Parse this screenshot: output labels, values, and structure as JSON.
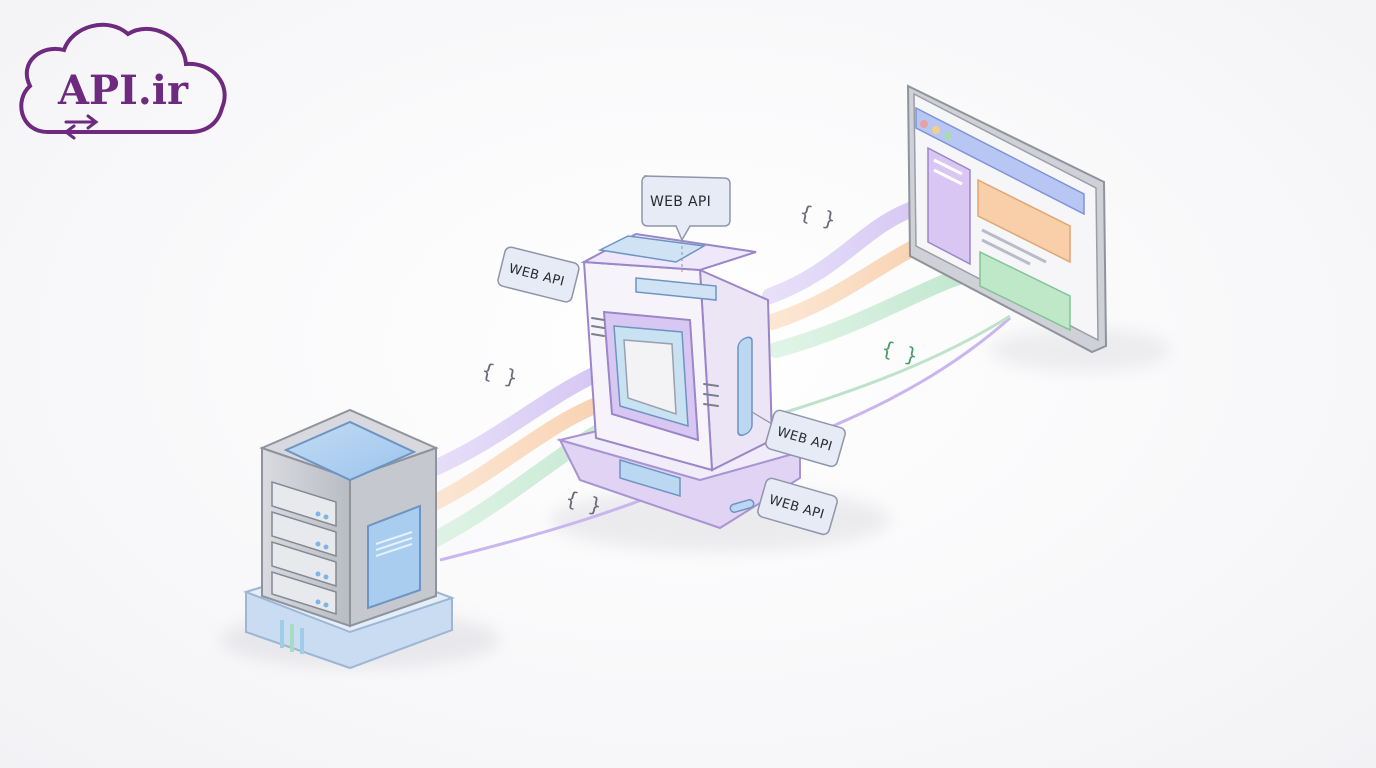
{
  "logo": {
    "text": "API.ir",
    "arrows_icon": "exchange-arrows-icon",
    "color": "#6e2a7e"
  },
  "labels": {
    "top": "WEB API",
    "left": "WEB API",
    "right": "WEB API",
    "bottom": "WEB API"
  },
  "braces": {
    "upper_left": "{ }",
    "upper_right": "{ }",
    "lower_left": "{ }",
    "lower_right": "{ }"
  },
  "colors": {
    "stream_purple": "#c9b6f0",
    "stream_orange": "#f7c9a0",
    "stream_green": "#b6e6c6",
    "server_blue": "#a9cdef",
    "gateway_purple": "#c8b2ea",
    "browser_blue": "#b7c6f3",
    "panel_orange": "#f8cfa9",
    "panel_green": "#bfe8c8",
    "panel_purple": "#d9c6f2"
  }
}
